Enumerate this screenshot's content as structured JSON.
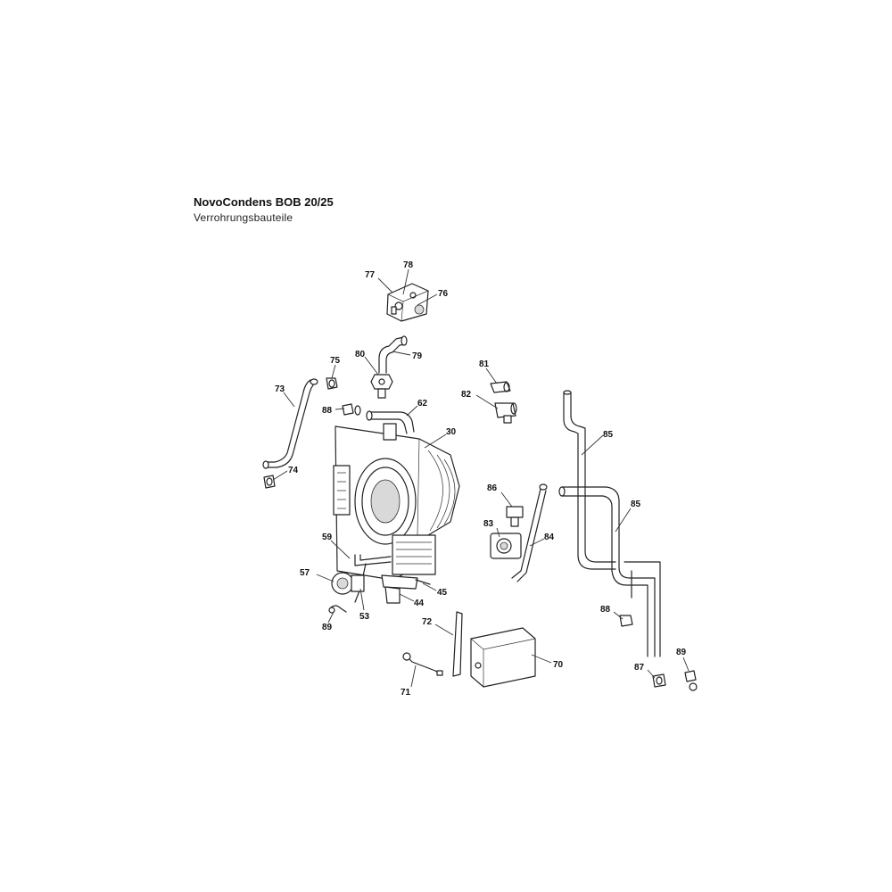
{
  "header": {
    "title": "NovoCondens BOB 20/25",
    "subtitle": "Verrohrungsbauteile"
  },
  "callouts": [
    {
      "id": "c77",
      "label": "77"
    },
    {
      "id": "c78",
      "label": "78"
    },
    {
      "id": "c76",
      "label": "76"
    },
    {
      "id": "c75",
      "label": "75"
    },
    {
      "id": "c80",
      "label": "80"
    },
    {
      "id": "c79",
      "label": "79"
    },
    {
      "id": "c73",
      "label": "73"
    },
    {
      "id": "c88a",
      "label": "88"
    },
    {
      "id": "c62",
      "label": "62"
    },
    {
      "id": "c81",
      "label": "81"
    },
    {
      "id": "c82",
      "label": "82"
    },
    {
      "id": "c85a",
      "label": "85"
    },
    {
      "id": "c30",
      "label": "30"
    },
    {
      "id": "c74",
      "label": "74"
    },
    {
      "id": "c86",
      "label": "86"
    },
    {
      "id": "c85b",
      "label": "85"
    },
    {
      "id": "c83",
      "label": "83"
    },
    {
      "id": "c84",
      "label": "84"
    },
    {
      "id": "c59",
      "label": "59"
    },
    {
      "id": "c57",
      "label": "57"
    },
    {
      "id": "c45",
      "label": "45"
    },
    {
      "id": "c44",
      "label": "44"
    },
    {
      "id": "c53",
      "label": "53"
    },
    {
      "id": "c89a",
      "label": "89"
    },
    {
      "id": "c88b",
      "label": "88"
    },
    {
      "id": "c72",
      "label": "72"
    },
    {
      "id": "c70",
      "label": "70"
    },
    {
      "id": "c89b",
      "label": "89"
    },
    {
      "id": "c87",
      "label": "87"
    },
    {
      "id": "c71",
      "label": "71"
    }
  ]
}
